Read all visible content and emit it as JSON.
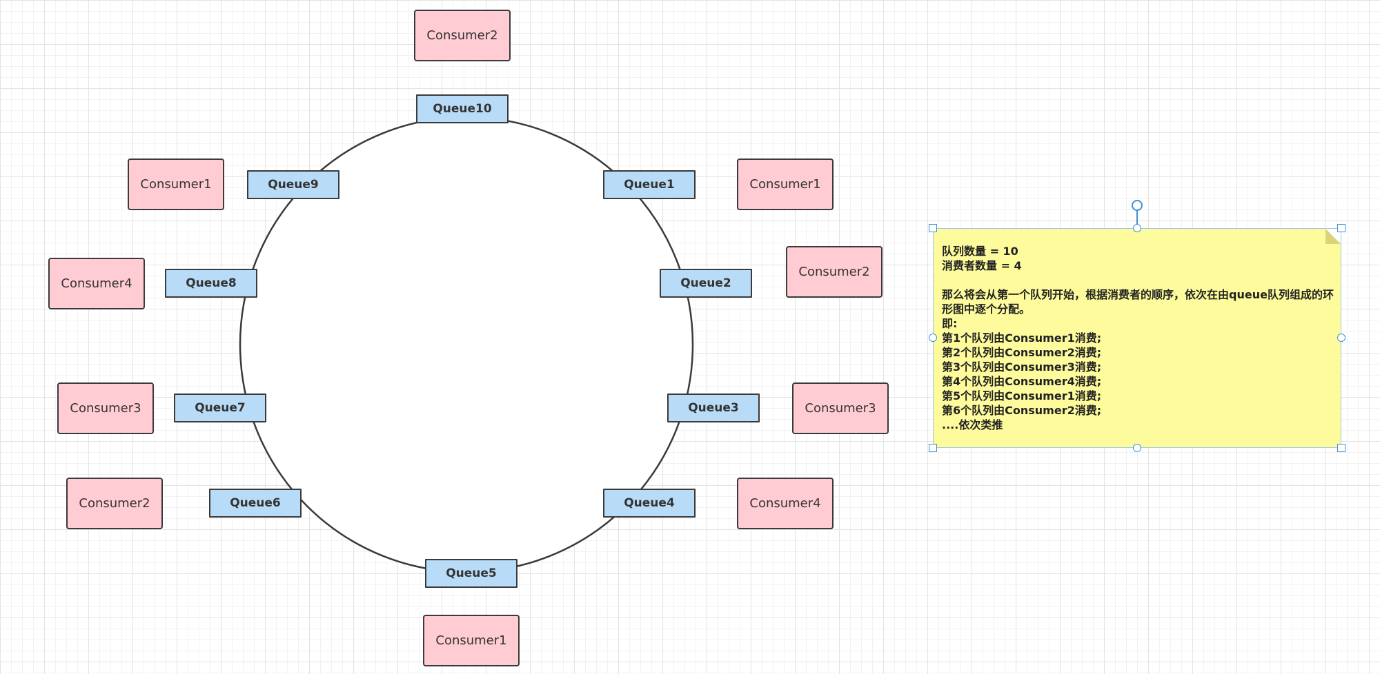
{
  "queues": [
    {
      "id": "q10",
      "label": "Queue10"
    },
    {
      "id": "q1",
      "label": "Queue1"
    },
    {
      "id": "q2",
      "label": "Queue2"
    },
    {
      "id": "q3",
      "label": "Queue3"
    },
    {
      "id": "q4",
      "label": "Queue4"
    },
    {
      "id": "q5",
      "label": "Queue5"
    },
    {
      "id": "q6",
      "label": "Queue6"
    },
    {
      "id": "q7",
      "label": "Queue7"
    },
    {
      "id": "q8",
      "label": "Queue8"
    },
    {
      "id": "q9",
      "label": "Queue9"
    }
  ],
  "consumers": [
    {
      "near": "Queue10",
      "label": "Consumer2"
    },
    {
      "near": "Queue1",
      "label": "Consumer1"
    },
    {
      "near": "Queue2",
      "label": "Consumer2"
    },
    {
      "near": "Queue3",
      "label": "Consumer3"
    },
    {
      "near": "Queue4",
      "label": "Consumer4"
    },
    {
      "near": "Queue5",
      "label": "Consumer1"
    },
    {
      "near": "Queue6",
      "label": "Consumer2"
    },
    {
      "near": "Queue7",
      "label": "Consumer3"
    },
    {
      "near": "Queue8",
      "label": "Consumer4"
    },
    {
      "near": "Queue9",
      "label": "Consumer1"
    }
  ],
  "note": {
    "lines": [
      "队列数量 = 10",
      "消费者数量 = 4",
      "",
      "那么将会从第一个队列开始，根据消费者的顺序，依次在由queue队列组成的环形图中逐个分配。",
      "即:",
      "第1个队列由Consumer1消费;",
      "第2个队列由Consumer2消费;",
      "第3个队列由Consumer3消费;",
      "第4个队列由Consumer4消费;",
      "第5个队列由Consumer1消费;",
      "第6个队列由Consumer2消费;",
      "....依次类推"
    ]
  },
  "colors": {
    "queue_fill": "#b8dcf8",
    "consumer_fill": "#ffccd3",
    "note_fill": "#fdfb9b",
    "selection_handle": "#3d8fd6"
  }
}
